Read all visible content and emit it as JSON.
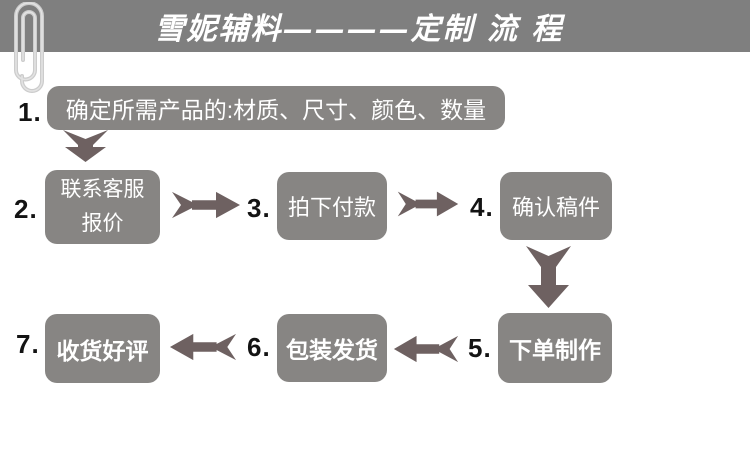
{
  "banner": {
    "title": "雪妮辅料————定制 流 程"
  },
  "colors": {
    "banner_bg": "#7f7f7f",
    "box_bg": "#878583",
    "arrow": "#6e6161",
    "number_text": "#131313",
    "box_text": "#ffffff",
    "paperclip": "#cccccc",
    "page_bg": "#ffffff"
  },
  "steps": [
    {
      "number": "1.",
      "label": "确定所需产品的:材质、尺寸、颜色、数量"
    },
    {
      "number": "2.",
      "label": "联系客服",
      "label_line2": "报价"
    },
    {
      "number": "3.",
      "label": "拍下付款"
    },
    {
      "number": "4.",
      "label": "确认稿件"
    },
    {
      "number": "5.",
      "label": "下单制作"
    },
    {
      "number": "6.",
      "label": "包装发货"
    },
    {
      "number": "7.",
      "label": "收货好评"
    }
  ],
  "decorations": {
    "paperclip_icon": "paperclip-icon",
    "arrow_icons": [
      "arrow-down-icon",
      "arrow-right-double-icon",
      "arrow-right-double-icon",
      "arrow-down-long-icon",
      "arrow-left-double-icon",
      "arrow-left-double-icon"
    ]
  }
}
